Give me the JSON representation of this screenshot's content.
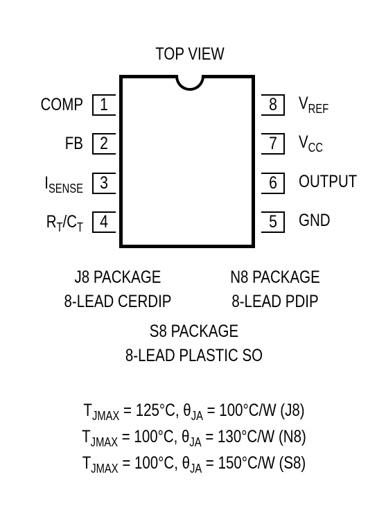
{
  "title": "TOP VIEW",
  "pins_left": [
    {
      "num": "1",
      "label_main": "COMP",
      "label_sub": ""
    },
    {
      "num": "2",
      "label_main": "FB",
      "label_sub": ""
    },
    {
      "num": "3",
      "label_main": "I",
      "label_sub": "SENSE"
    },
    {
      "num": "4",
      "label_main": "R",
      "label_sub": "T",
      "label_mid": "/C",
      "label_sub2": "T"
    }
  ],
  "pins_right": [
    {
      "num": "8",
      "label_main": "V",
      "label_sub": "REF"
    },
    {
      "num": "7",
      "label_main": "V",
      "label_sub": "CC"
    },
    {
      "num": "6",
      "label_main": "OUTPUT",
      "label_sub": ""
    },
    {
      "num": "5",
      "label_main": "GND",
      "label_sub": ""
    }
  ],
  "packages": {
    "j8": {
      "line1": "J8 PACKAGE",
      "line2": "8-LEAD CERDIP"
    },
    "n8": {
      "line1": "N8 PACKAGE",
      "line2": "8-LEAD PDIP"
    },
    "s8": {
      "line1": "S8 PACKAGE",
      "line2": "8-LEAD PLASTIC SO"
    }
  },
  "thermal": [
    {
      "t_main": "T",
      "t_sub": "JMAX",
      "t_val": " = 125°C, ",
      "th_main": "θ",
      "th_sub": "JA",
      "th_val": " = 100°C/W (J8)"
    },
    {
      "t_main": "T",
      "t_sub": "JMAX",
      "t_val": " = 100°C, ",
      "th_main": "θ",
      "th_sub": "JA",
      "th_val": " = 130°C/W (N8)"
    },
    {
      "t_main": "T",
      "t_sub": "JMAX",
      "t_val": " = 100°C, ",
      "th_main": "θ",
      "th_sub": "JA",
      "th_val": " = 150°C/W (S8)"
    }
  ]
}
